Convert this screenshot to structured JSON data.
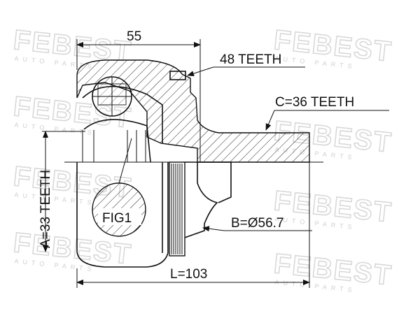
{
  "watermark": {
    "brand": "FEBEST",
    "sub": "AUTO PARTS"
  },
  "labels": {
    "length_top": "55",
    "outer_teeth": "48 TEETH",
    "spline_c": "C=36 TEETH",
    "spline_a": "A=33 TEETH",
    "figure": "FIG1",
    "diameter_b": "B=Ø56.7",
    "length_total": "L=103"
  }
}
